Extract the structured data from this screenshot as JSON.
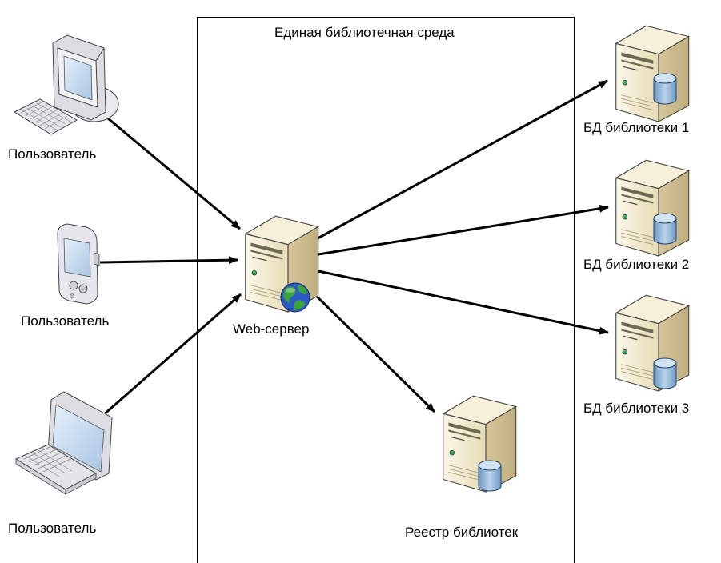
{
  "environment": {
    "title": "Единая библиотечная среда"
  },
  "users": [
    {
      "label": "Пользователь",
      "device_icon": "desktop-computer-icon"
    },
    {
      "label": "Пользователь",
      "device_icon": "pda-handheld-icon"
    },
    {
      "label": "Пользователь",
      "device_icon": "laptop-icon"
    }
  ],
  "web_server": {
    "label": "Web-сервер",
    "icon": "web-server-globe-icon"
  },
  "databases": [
    {
      "label": "БД библиотеки 1",
      "icon": "database-server-icon"
    },
    {
      "label": "БД библиотеки 2",
      "icon": "database-server-icon"
    },
    {
      "label": "БД библиотеки 3",
      "icon": "database-server-icon"
    }
  ],
  "registry": {
    "label": "Реестр библиотек",
    "icon": "database-server-icon"
  },
  "colors": {
    "server_front": "#f1ead2",
    "server_side": "#d9cba0",
    "db_blue": "#8fb4d6",
    "globe_blue": "#2b5ac8",
    "globe_green": "#3aa43a",
    "screen_blue": "#cfe0f0",
    "line": "#000000"
  }
}
